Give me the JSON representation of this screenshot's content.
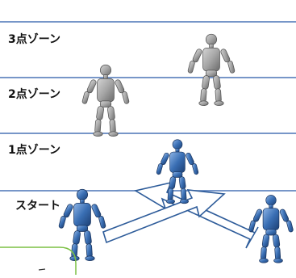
{
  "zones": [
    {
      "label": "3点ゾーン"
    },
    {
      "label": "2点ゾーン"
    },
    {
      "label": "1点ゾーン"
    },
    {
      "label": "スタート"
    }
  ],
  "colors": {
    "zone_line": "#4a73b5",
    "gray_figure": "#a6a6a6",
    "gray_figure_dark": "#5f5f5f",
    "blue_figure": "#3a6fb4",
    "blue_figure_dark": "#1c3f73",
    "arrow_stroke": "#2e5c9a",
    "arrow_fill": "#ffffff",
    "callout_border": "#7bc043"
  },
  "figures": [
    {
      "kind": "gray-robot",
      "role": "defender-upper"
    },
    {
      "kind": "gray-robot",
      "role": "defender-lower"
    },
    {
      "kind": "blue-robot",
      "role": "player-center"
    },
    {
      "kind": "blue-robot",
      "role": "player-left"
    },
    {
      "kind": "blue-robot",
      "role": "player-right"
    }
  ]
}
